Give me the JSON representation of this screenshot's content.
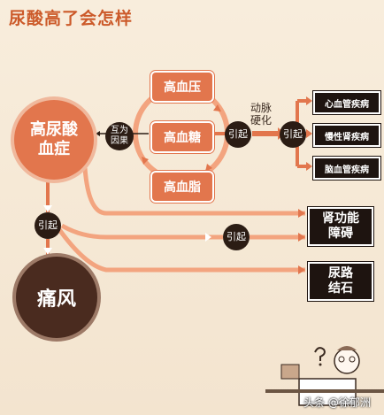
{
  "title": "尿酸高了会怎样",
  "nodes": {
    "hyperuricemia": "高尿酸\n血症",
    "mutual_cause": "互为\n因果",
    "hypertension": "高血压",
    "hyperglycemia": "高血糖",
    "hyperlipidemia": "高血脂",
    "cause_1": "引起",
    "atherosclerosis": "动脉\n硬化",
    "cause_2": "引起",
    "heart_disease": "心血管疾病",
    "kidney_disease": "慢性肾疾病",
    "brain_disease": "脑血管疾病",
    "cause_3": "引起",
    "gout": "痛风",
    "cause_4": "引起",
    "kidney_failure": "肾功能\n障碍",
    "kidney_stone": "尿路\n结石"
  },
  "watermark": "头条 @徐郁洲"
}
